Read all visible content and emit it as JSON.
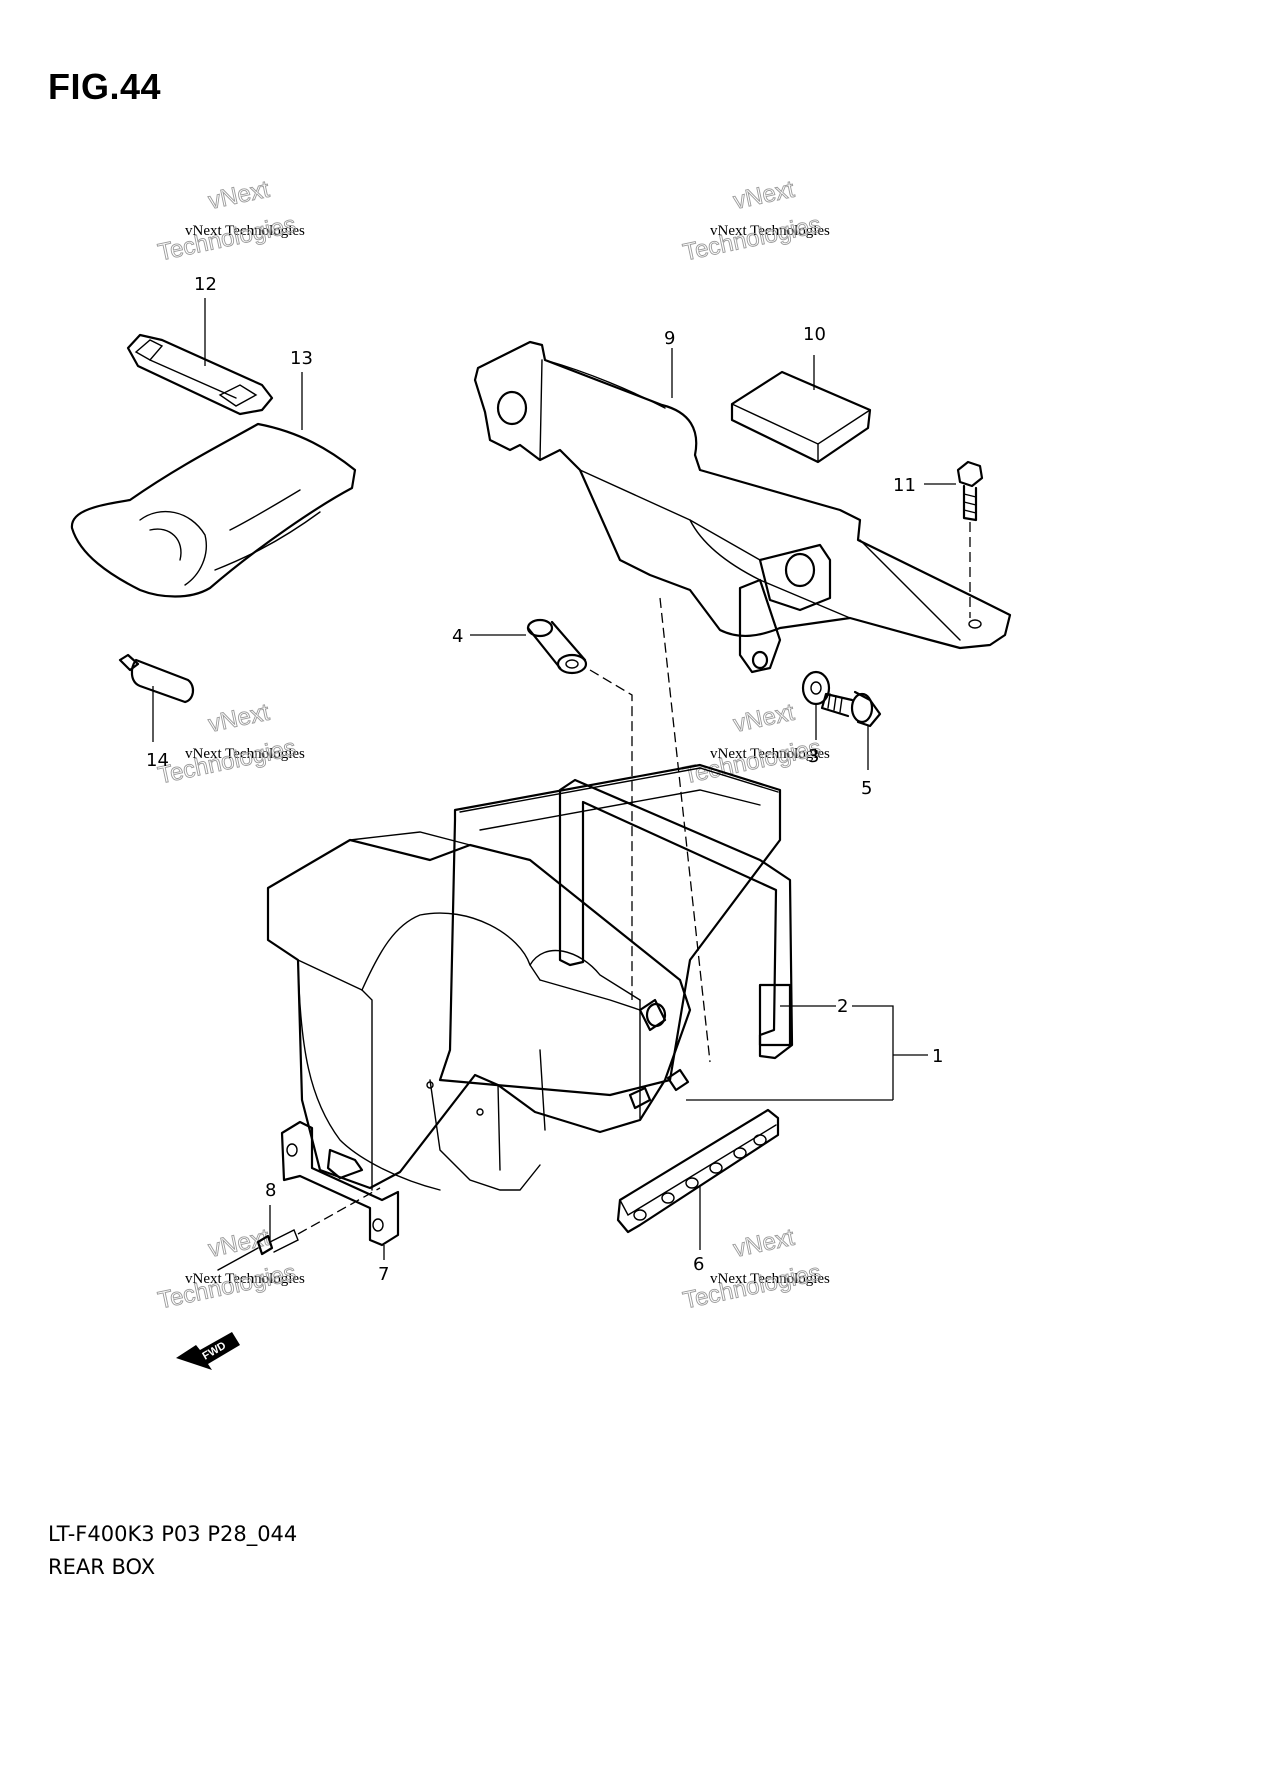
{
  "figure": {
    "title": "FIG.44"
  },
  "footer": {
    "model_code": "LT-F400K3 P03 P28_044",
    "group_name": "REAR BOX"
  },
  "watermark": {
    "line1": "vNext",
    "line2": "vNext Technologies",
    "line3": "Technologies"
  },
  "direction_marker": {
    "label": "FWD"
  },
  "callouts": {
    "p1": "1",
    "p2": "2",
    "p3": "3",
    "p4": "4",
    "p5": "5",
    "p6": "6",
    "p7": "7",
    "p8": "8",
    "p9": "9",
    "p10": "10",
    "p11": "11",
    "p12": "12",
    "p13": "13",
    "p14": "14"
  }
}
